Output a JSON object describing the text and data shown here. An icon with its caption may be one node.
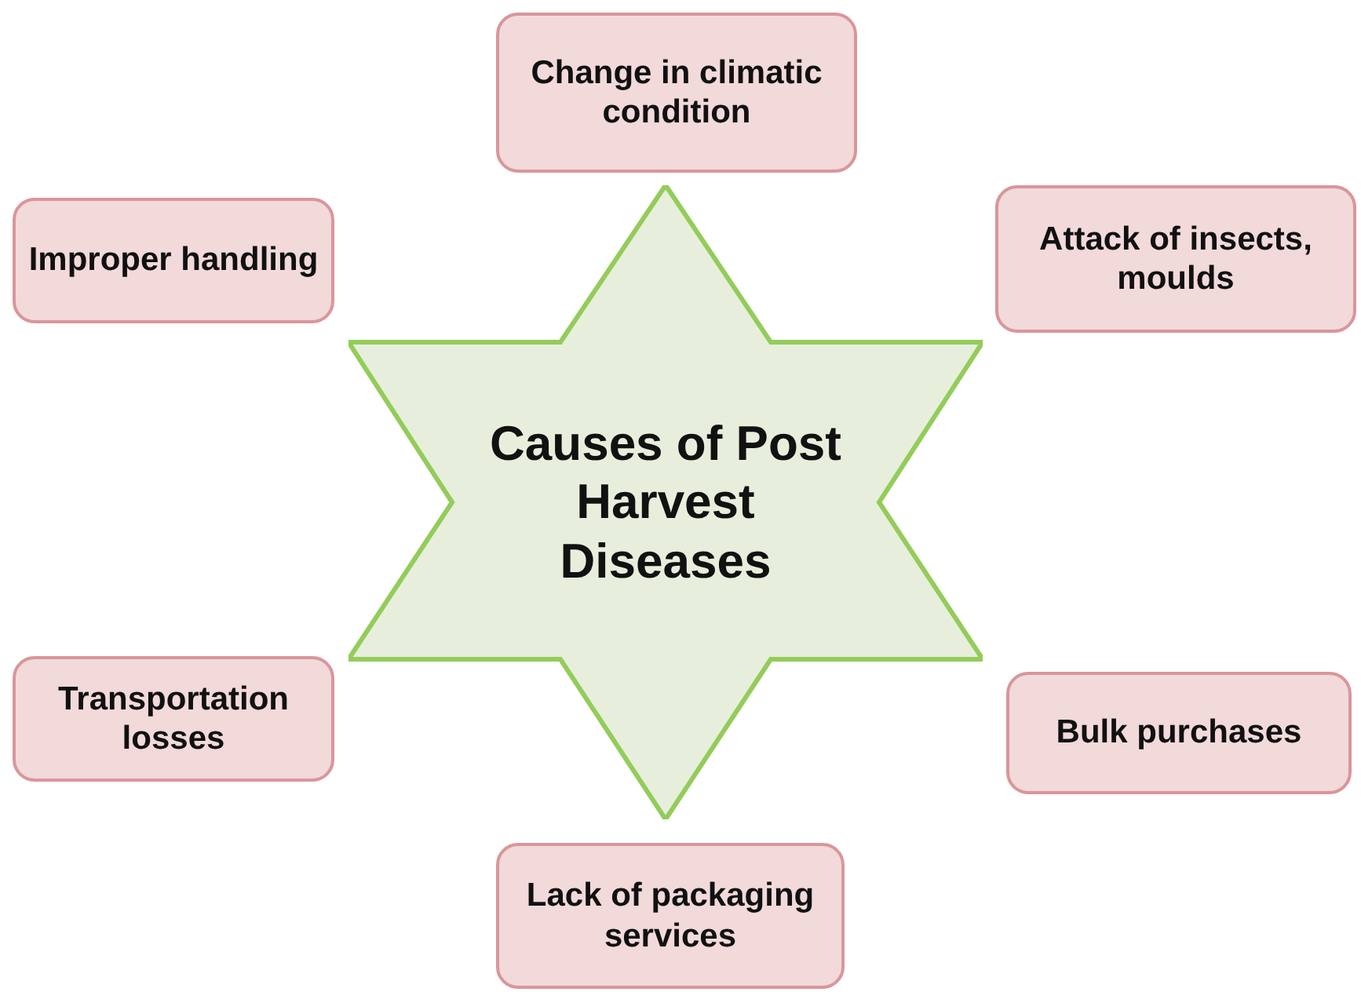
{
  "diagram": {
    "nodes": [
      {
        "text": [
          "Change in climatic condition"
        ]
      },
      {
        "text": [
          "Improper handling"
        ]
      },
      {
        "text": [
          "Attack of insects, moulds"
        ]
      },
      {
        "text": [
          "Causes of Post Harvest Diseases"
        ]
      },
      {
        "text": [
          "Transportation losses"
        ]
      },
      {
        "text": [
          "Bulk purchases"
        ]
      },
      {
        "text": [
          "Lack of packaging services"
        ]
      }
    ]
  }
}
